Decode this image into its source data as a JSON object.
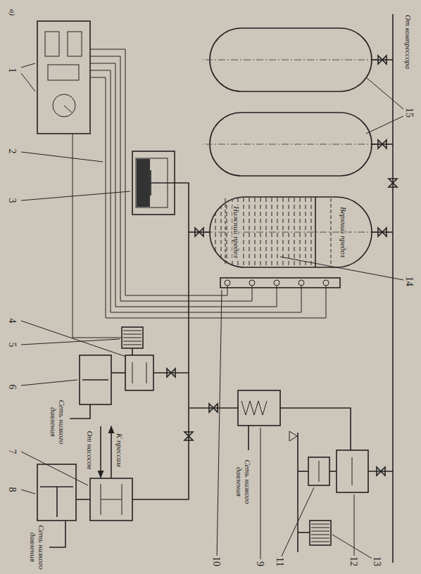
{
  "diagram": {
    "labels": [
      "а)",
      "1",
      "2",
      "3",
      "4",
      "5",
      "6",
      "7",
      "8",
      "Сеть низкого давления",
      "К прессам",
      "От насосов",
      "Сеть низкого давления",
      "9",
      "Сеть низкого давления",
      "10",
      "11",
      "12",
      "13",
      "14",
      "15",
      "Верхний предел",
      "Нижний предел",
      "От компрессора"
    ]
  }
}
